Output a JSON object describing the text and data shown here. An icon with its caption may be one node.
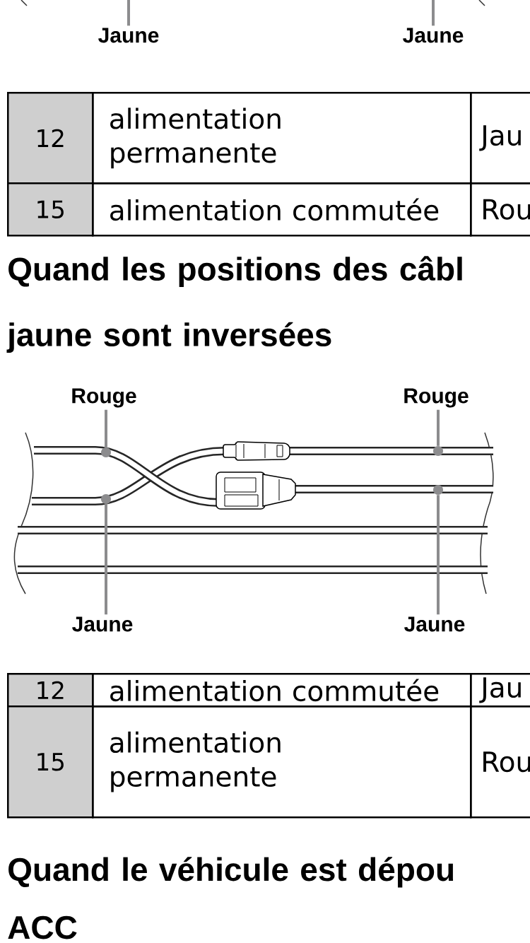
{
  "diagram": {
    "nodes": [
      {
        "text": [
          "Jaune"
        ]
      },
      {
        "text": [
          "Jaune"
        ]
      },
      {
        "text": [
          "Rouge"
        ]
      },
      {
        "text": [
          "Rouge"
        ]
      },
      {
        "text": [],
        "shape": "circle"
      },
      {
        "text": [],
        "shape": "circle"
      },
      {
        "text": [],
        "shape": "circle"
      },
      {
        "text": [],
        "shape": "circle"
      },
      {
        "text": [
          "Jaune"
        ]
      },
      {
        "text": [
          "Jaune"
        ]
      }
    ],
    "edges": [
      {
        "from": 0,
        "to": null,
        "arrow": "none"
      },
      {
        "from": 1,
        "to": null,
        "arrow": "none"
      },
      {
        "from": 2,
        "to": 4,
        "arrow": "none"
      },
      {
        "from": 3,
        "to": 5,
        "arrow": "none"
      },
      {
        "from": 8,
        "to": 6,
        "arrow": "none"
      },
      {
        "from": 9,
        "to": 7,
        "arrow": "none"
      }
    ],
    "labels": [
      "12",
      "alimentation permanente",
      "Jau",
      "15",
      "alimentation commutée",
      "Rou",
      "Quand les positions des câbl jaune sont inversées",
      "12",
      "alimentation commutée",
      "Jau",
      "15",
      "alimentation permanente",
      "Rou",
      "Quand le véhicule est dépou ACC"
    ]
  }
}
